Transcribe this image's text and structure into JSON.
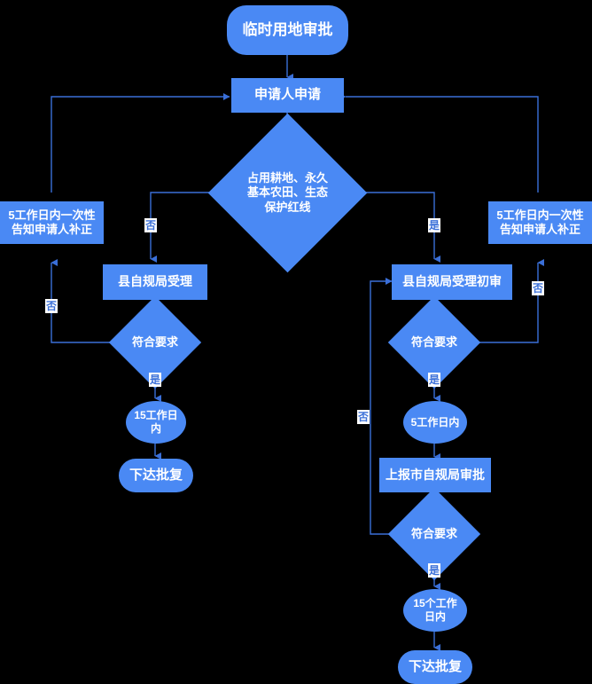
{
  "diagram": {
    "title_node": "临时用地审批",
    "colors": {
      "background": "#000000",
      "node_fill": "#4a89f4",
      "node_text": "#ffffff",
      "wire": "#3a6fd8",
      "edge_label_bg": "#ffffff",
      "edge_label_text": "#3a6fd8"
    },
    "nodes": {
      "start": "临时用地审批",
      "applicant_apply": "申请人申请",
      "decision_landuse": "占用耕地、永久\n基本农田、生态\n保护红线",
      "notify_left": "5工作日内一次性\n告知申请人补正",
      "notify_right": "5工作日内一次性\n告知申请人补正",
      "county_accept": "县自规局受理",
      "county_check": "符合要求",
      "days15_left": "15工作日\n内",
      "approve_left": "下达批复",
      "county_accept_first": "县自规局受理初审",
      "county_check_right": "符合要求",
      "days5_right": "5工作日内",
      "report_city": "上报市自规局审批",
      "city_check": "符合要求",
      "days15_right": "15个工作\n日内",
      "approve_right": "下达批复"
    },
    "edge_labels": {
      "no_left_branch": "否",
      "yes_right_branch": "是",
      "no_left_check": "否",
      "yes_left_check": "是",
      "no_right_check": "否",
      "yes_right_check": "是",
      "no_city_check": "否",
      "yes_city_check": "是"
    }
  }
}
